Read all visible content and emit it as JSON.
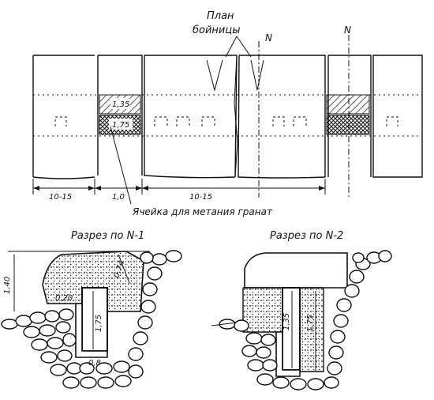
{
  "plan": {
    "title_line1": "План",
    "title_line2": "бойницы",
    "section_mark_1": "N",
    "section_mark_2": "N",
    "cell_dim_top": "1,35",
    "cell_dim_bottom": "1,75",
    "dim_left": "10-15",
    "dim_middle": "1,0",
    "dim_right": "10-15",
    "cell_caption": "Ячейка для метания гранат"
  },
  "section1": {
    "title": "Разрез по N-1",
    "dim_height_top": "1,40",
    "dim_roof": "0,74",
    "dim_slot": "0,20",
    "dim_depth": "1,75",
    "dim_width": "0,8"
  },
  "section2": {
    "title": "Разрез по N-2",
    "dim_inner": "1,35",
    "dim_outer": "1,75"
  },
  "colors": {
    "ink": "#111111",
    "paper": "#ffffff"
  }
}
